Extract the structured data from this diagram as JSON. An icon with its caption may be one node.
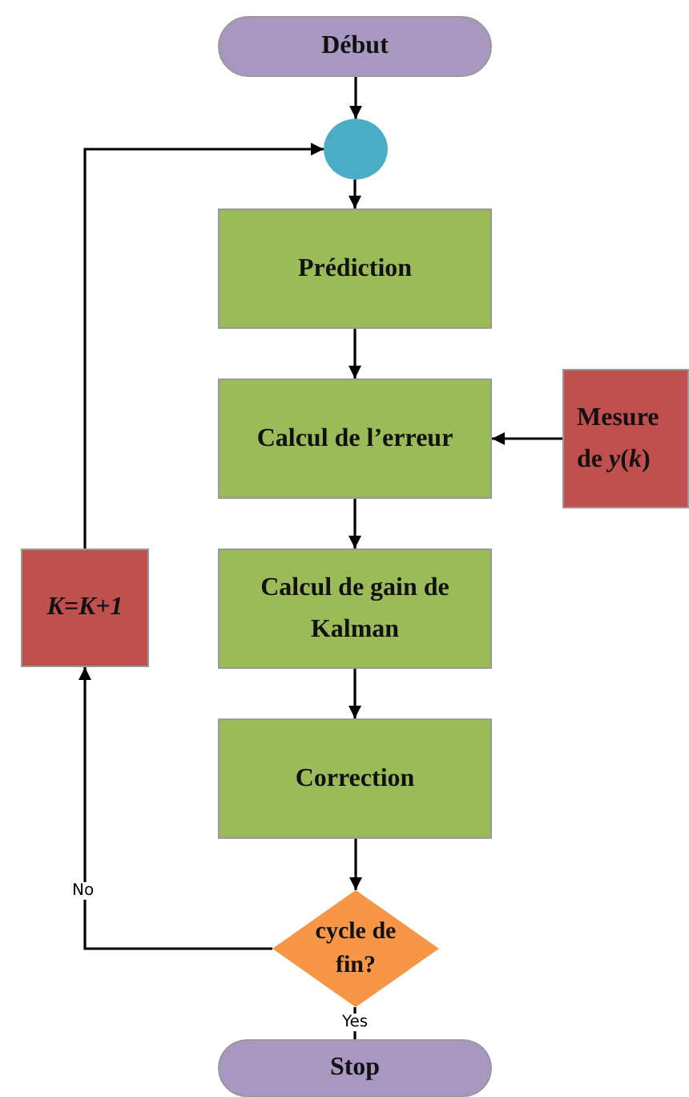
{
  "diagram": {
    "nodes": [
      {
        "text": [
          "Début"
        ]
      },
      {
        "text": [],
        "shape": "circle"
      },
      {
        "text": [
          "Prédiction"
        ]
      },
      {
        "text": [
          "Calcul de l’erreur"
        ]
      },
      {
        "text": [
          "Mesure de *y*(*k*)"
        ]
      },
      {
        "text": [
          "K=K+1"
        ]
      },
      {
        "text": [
          "Calcul de gain de Kalman"
        ]
      },
      {
        "text": [
          "Correction"
        ]
      },
      {
        "text": [
          "cycle de fin?"
        ]
      },
      {
        "text": [
          "Stop"
        ]
      }
    ],
    "edges": [
      {
        "from": 0,
        "to": 1,
        "arrow": "to"
      },
      {
        "from": 1,
        "to": 2,
        "arrow": "to"
      },
      {
        "from": 2,
        "to": 3,
        "arrow": "to"
      },
      {
        "from": 4,
        "to": 3,
        "arrow": "to"
      },
      {
        "from": 3,
        "to": 6,
        "arrow": "to"
      },
      {
        "from": 6,
        "to": 7,
        "arrow": "to"
      },
      {
        "from": 7,
        "to": 8,
        "arrow": "to"
      },
      {
        "from": 8,
        "to": 5,
        "arrow": "to",
        "label": "No"
      },
      {
        "from": 5,
        "to": 1,
        "arrow": "to"
      },
      {
        "from": 8,
        "to": 9,
        "arrow": "none",
        "label": "Yes"
      }
    ]
  }
}
